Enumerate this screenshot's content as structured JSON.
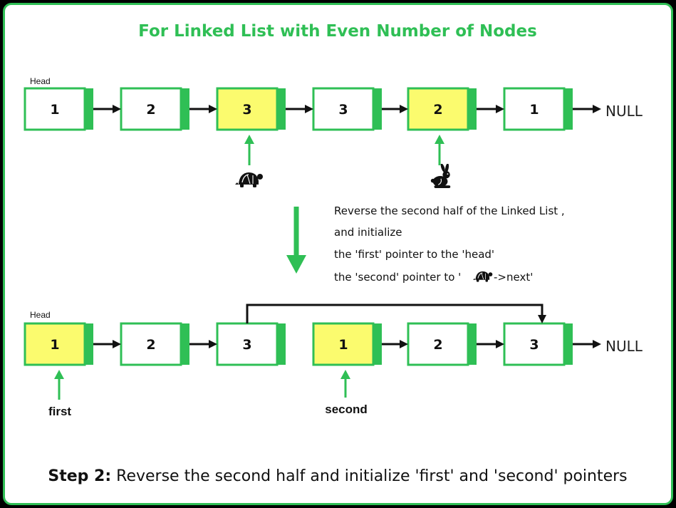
{
  "title": "For Linked List with Even Number of Nodes",
  "head_label": "Head",
  "null_label": "NULL",
  "colors": {
    "green": "#2fbf55",
    "highlight": "#fbfb6e",
    "node_fill": "#ffffff",
    "text": "#111111"
  },
  "top_list": {
    "nodes": [
      {
        "value": "1",
        "highlight": false
      },
      {
        "value": "2",
        "highlight": false
      },
      {
        "value": "3",
        "highlight": true
      },
      {
        "value": "3",
        "highlight": false
      },
      {
        "value": "2",
        "highlight": true
      },
      {
        "value": "1",
        "highlight": false
      }
    ],
    "slow_pointer_icon": "turtle-icon",
    "fast_pointer_icon": "rabbit-icon"
  },
  "instructions": {
    "line1": "Reverse the second half of the Linked List ,",
    "line2": "and initialize",
    "line3": "the 'first' pointer to the 'head'",
    "line4_prefix": "the 'second' pointer to '",
    "line4_icon": "turtle-icon",
    "line4_suffix": "->next'"
  },
  "bottom_list": {
    "nodes": [
      {
        "value": "1",
        "highlight": true
      },
      {
        "value": "2",
        "highlight": false
      },
      {
        "value": "3",
        "highlight": false
      },
      {
        "value": "1",
        "highlight": true
      },
      {
        "value": "2",
        "highlight": false
      },
      {
        "value": "3",
        "highlight": false
      }
    ],
    "first_label": "first",
    "second_label": "second"
  },
  "step": {
    "bold": "Step 2:",
    "text": " Reverse the second half and initialize 'first' and 'second' pointers"
  }
}
